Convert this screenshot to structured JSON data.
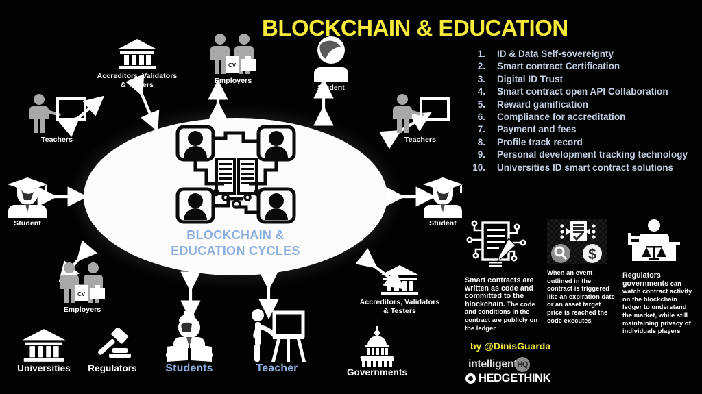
{
  "title": "BLOCKCHAIN & EDUCATION",
  "colors": {
    "title_yellow": "#f5ea3c",
    "accent_blue": "#8caee0",
    "list_text": "#c2cfe3",
    "background": "#000000",
    "ellipse_fill": "#fcfcfc"
  },
  "center": {
    "caption_line1": "BLOCKCHAIN &",
    "caption_line2": "EDUCATION CYCLES",
    "icon": "blockchain-network-icon"
  },
  "nodes": [
    {
      "id": "accreditors-top",
      "label": "Accreditors, Validators\n& Testers",
      "icon": "bank-building-icon"
    },
    {
      "id": "employers-top",
      "label": "Employers",
      "icon": "handshake-cv-briefcase-icon"
    },
    {
      "id": "student-top",
      "label": "Student",
      "icon": "person-bust-icon"
    },
    {
      "id": "teachers-left",
      "label": "Teachers",
      "icon": "teacher-whiteboard-icon"
    },
    {
      "id": "teachers-right",
      "label": "Teachers",
      "icon": "teacher-whiteboard-icon"
    },
    {
      "id": "student-left",
      "label": "Student",
      "icon": "graduate-cap-icon"
    },
    {
      "id": "student-right",
      "label": "Student",
      "icon": "graduate-cap-icon"
    },
    {
      "id": "employers-bottom",
      "label": "Employers",
      "icon": "handshake-cv-briefcase-icon"
    },
    {
      "id": "accreditors-bottom",
      "label": "Accreditors, Validators\n& Testers",
      "icon": "bank-building-icon"
    },
    {
      "id": "universities",
      "label": "Universities",
      "icon": "bank-building-icon"
    },
    {
      "id": "regulators",
      "label": "Regulators",
      "icon": "gavel-icon"
    },
    {
      "id": "students-bottom",
      "label": "Students",
      "icon": "student-reading-book-icon"
    },
    {
      "id": "teacher-bottom",
      "label": "Teacher",
      "icon": "teacher-easel-icon"
    },
    {
      "id": "governments",
      "label": "Governments",
      "icon": "capitol-dome-icon"
    }
  ],
  "list": [
    {
      "num": "1.",
      "text": "ID & Data Self-sovereignty"
    },
    {
      "num": "2.",
      "text": "Smart contract Certification"
    },
    {
      "num": "3.",
      "text": "Digital ID Trust"
    },
    {
      "num": "4.",
      "text": "Smart contract open API Collaboration"
    },
    {
      "num": "5.",
      "text": "Reward gamification"
    },
    {
      "num": "6.",
      "text": "Compliance for accreditation"
    },
    {
      "num": "7.",
      "text": "Payment and fees"
    },
    {
      "num": "8.",
      "text": "Profile track record"
    },
    {
      "num": "9.",
      "text": "Personal development tracking technology"
    },
    {
      "num": "10.",
      "text": "Universities ID smart contract solutions"
    }
  ],
  "blocks": [
    {
      "id": "smart-contracts",
      "icon": "contract-document-pen-circuit-icon",
      "lead": "Smart contracts are written as code and committed to the blockchain.",
      "rest": " The code and conditions in the contract are publicly on the ledger"
    },
    {
      "id": "event-trigger",
      "icon": "document-check-magnifier-dollar-icon",
      "lead": "",
      "rest": "When an event outlined in the contract is triggered like an expiration date or an asset target price is reached the code executes"
    },
    {
      "id": "regulators-watch",
      "icon": "judge-bench-scales-icon",
      "lead": "Regulators governments",
      "rest": " can watch contract activity on the blockchain ledger to understand the market, while still maintaining privacy of individuals players"
    }
  ],
  "branding": {
    "credit": "by @DinisGuarda",
    "intelligent_word": "intelligent",
    "intelligent_badge": "HQ",
    "hedgethink": "HEDGETHINK"
  }
}
